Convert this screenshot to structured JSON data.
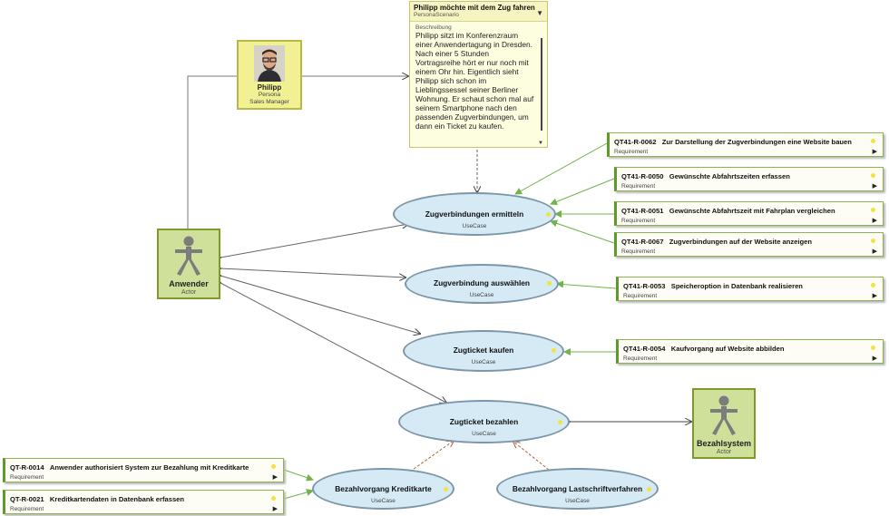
{
  "persona": {
    "name": "Philipp",
    "stereotype": "Persona",
    "role": "Sales Manager"
  },
  "scenario": {
    "title": "Philipp möchte mit dem Zug fahren",
    "stereotype": "PersonaScenario",
    "label": "Beschreibung",
    "description": "Philipp sitzt im Konferenzraum einer Anwendertagung in Dresden. Nach einer 5 Stunden Vortragsreihe hört er nur noch mit einem Ohr hin. Eigentlich sieht Philipp sich schon im Lieblingssessel seiner Berliner Wohnung. Er schaut schon mal auf seinem Smartphone nach den passenden Zugverbindungen, um dann ein Ticket zu kaufen."
  },
  "actors": [
    {
      "name": "Anwender",
      "stereotype": "Actor"
    },
    {
      "name": "Bezahlsystem",
      "stereotype": "Actor"
    }
  ],
  "usecases": [
    {
      "name": "Zugverbindungen ermitteln",
      "stereotype": "UseCase"
    },
    {
      "name": "Zugverbindung auswählen",
      "stereotype": "UseCase"
    },
    {
      "name": "Zugticket kaufen",
      "stereotype": "UseCase"
    },
    {
      "name": "Zugticket bezahlen",
      "stereotype": "UseCase"
    },
    {
      "name": "Bezahlvorgang Kreditkarte",
      "stereotype": "UseCase"
    },
    {
      "name": "Bezahlvorgang Lastschriftverfahren",
      "stereotype": "UseCase"
    }
  ],
  "requirements": [
    {
      "id": "QT41-R-0062",
      "text": "Zur Darstellung der Zugverbindungen eine Website bauen",
      "stereotype": "Requirement"
    },
    {
      "id": "QT41-R-0050",
      "text": "Gewünschte Abfahrtszeiten erfassen",
      "stereotype": "Requirement"
    },
    {
      "id": "QT41-R-0051",
      "text": "Gewünschte Abfahrtszeit mit Fahrplan vergleichen",
      "stereotype": "Requirement"
    },
    {
      "id": "QT41-R-0067",
      "text": "Zugverbindungen auf der Website anzeigen",
      "stereotype": "Requirement"
    },
    {
      "id": "QT41-R-0053",
      "text": "Speicheroption in Datenbank realisieren",
      "stereotype": "Requirement"
    },
    {
      "id": "QT41-R-0054",
      "text": "Kaufvorgang auf Website abbilden",
      "stereotype": "Requirement"
    },
    {
      "id": "QT-R-0014",
      "text": "Anwender authorisiert System zur Bezahlung mit Kreditkarte",
      "stereotype": "Requirement"
    },
    {
      "id": "QT-R-0021",
      "text": "Kreditkartendaten in Datenbank erfassen",
      "stereotype": "Requirement"
    }
  ]
}
